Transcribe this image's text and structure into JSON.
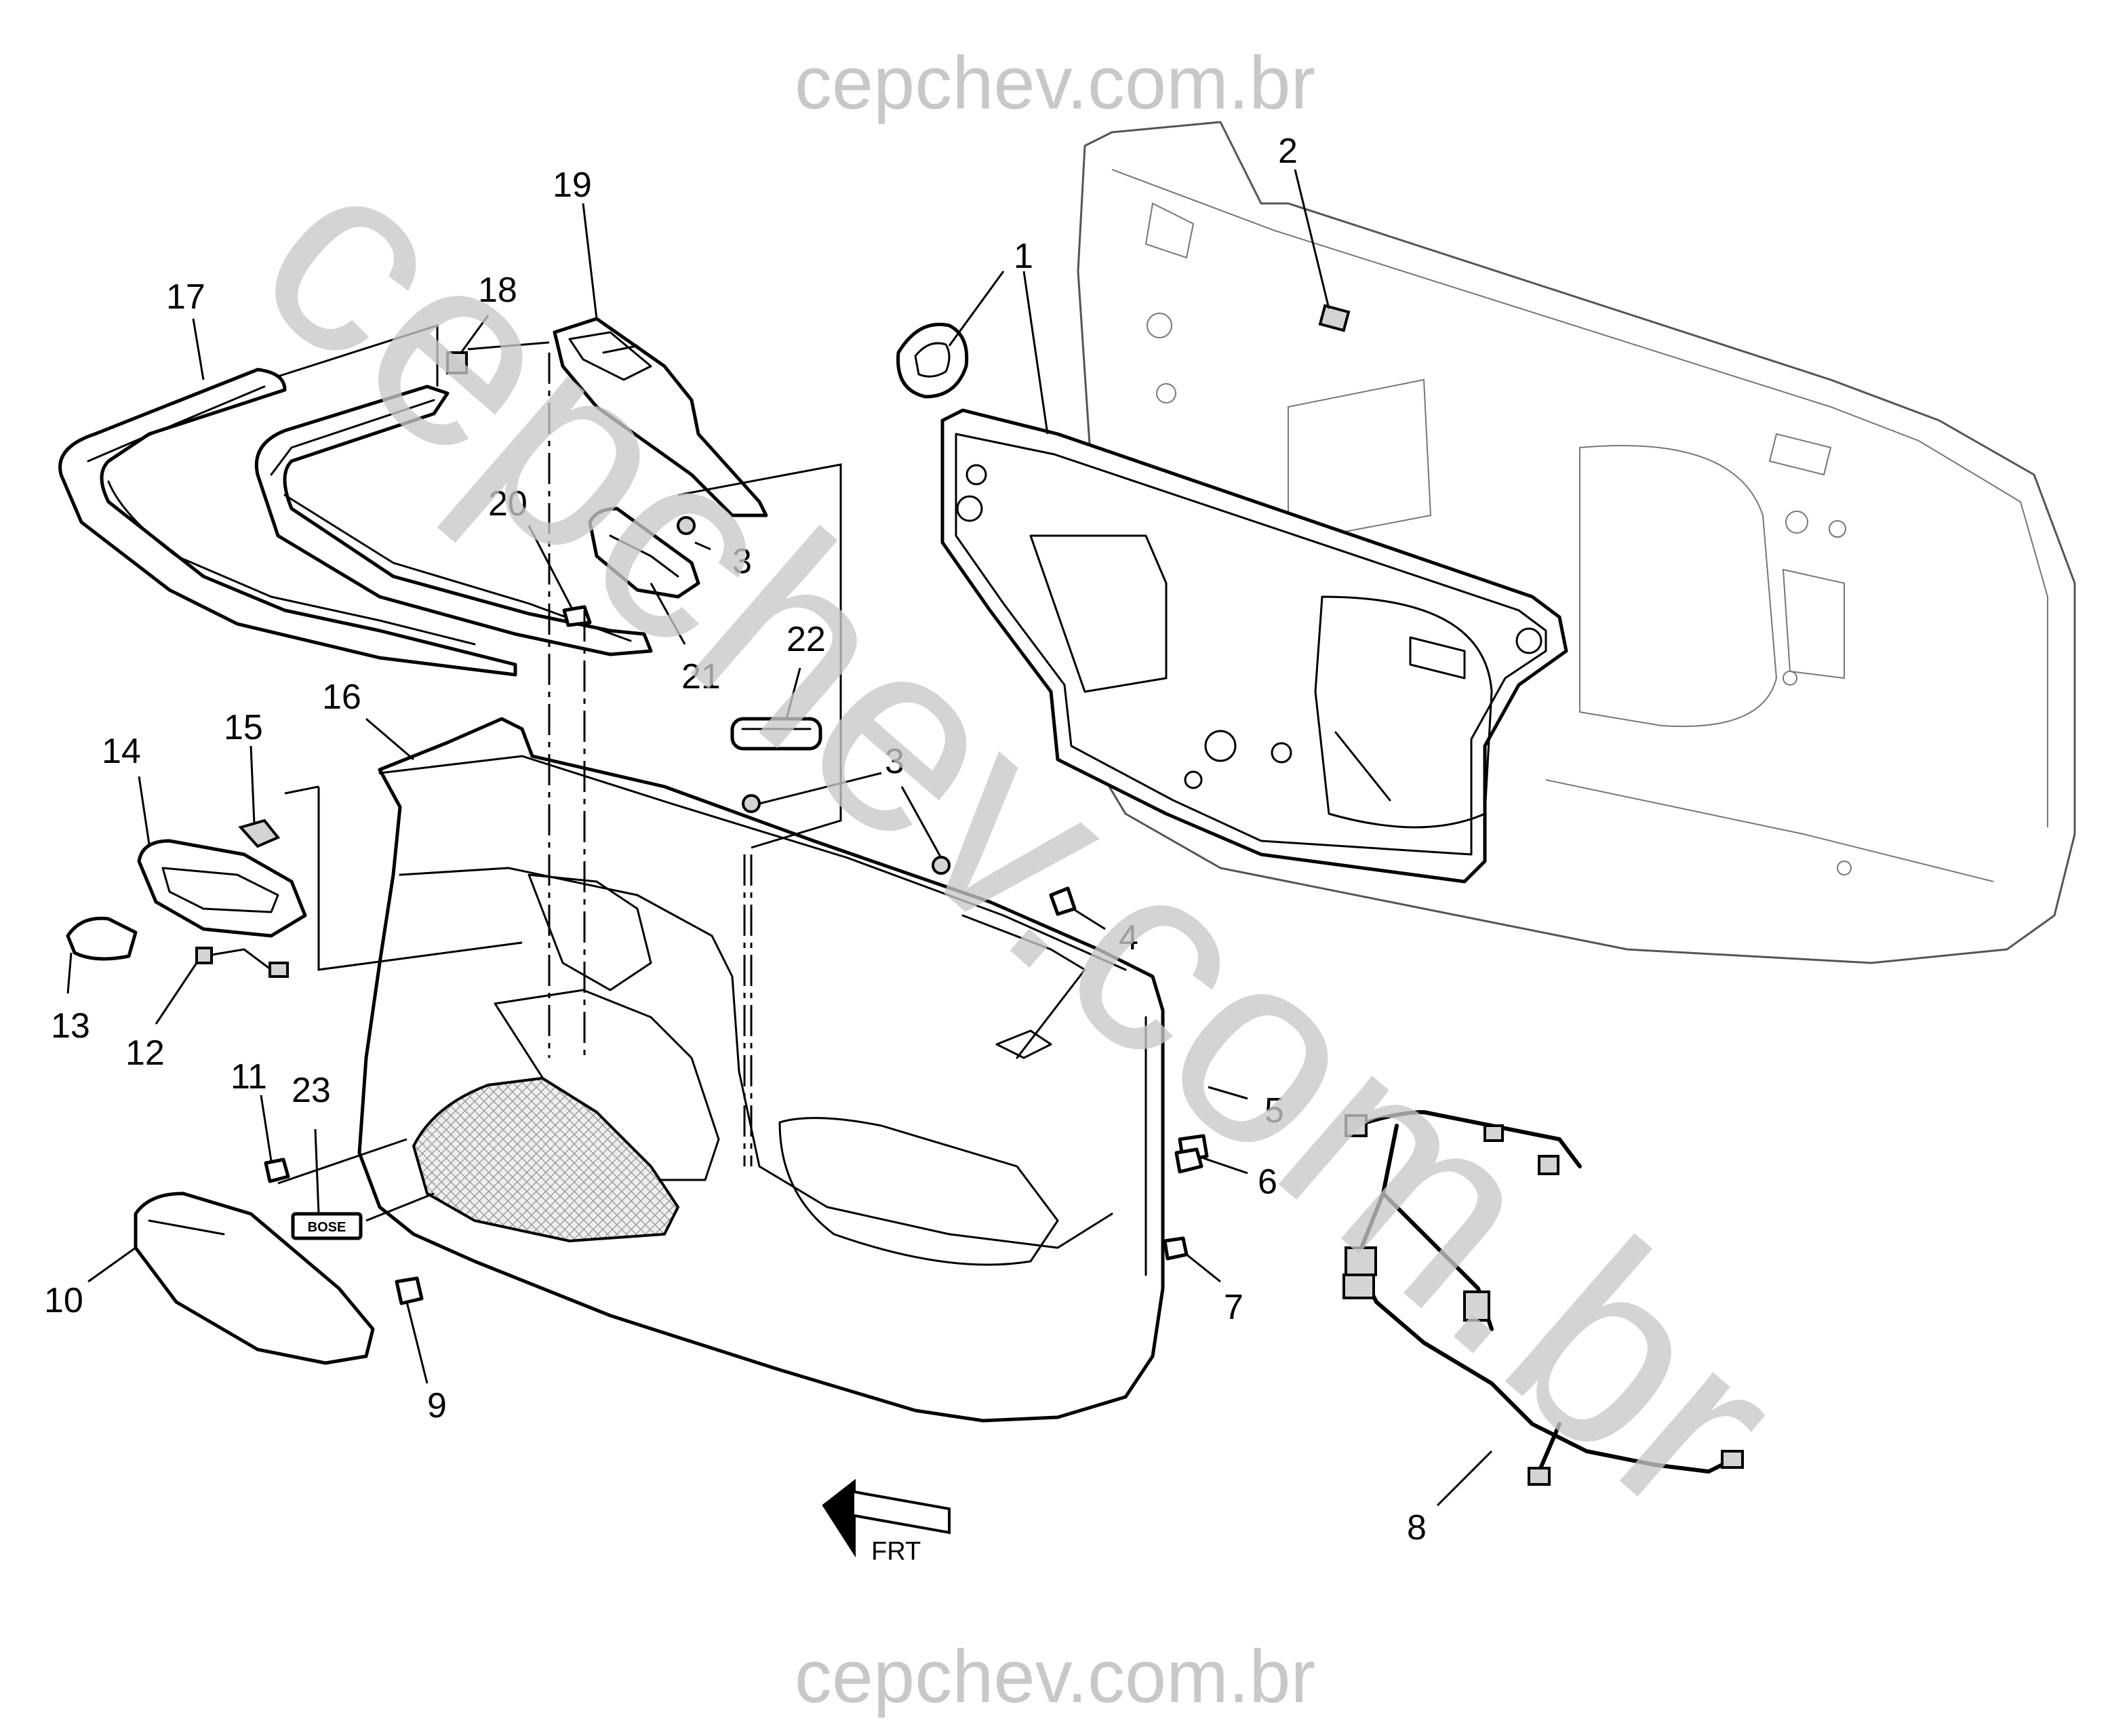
{
  "watermarks": {
    "top": "cepchev.com.br",
    "bottom": "cepchev.com.br",
    "diagonal": "cepchev.com.br"
  },
  "callouts": [
    "1",
    "2",
    "3",
    "3",
    "3",
    "4",
    "5",
    "6",
    "7",
    "8",
    "9",
    "10",
    "11",
    "12",
    "13",
    "14",
    "15",
    "16",
    "17",
    "18",
    "19",
    "20",
    "21",
    "22",
    "23"
  ],
  "labels": {
    "c1": "1",
    "c2": "2",
    "c3a": "3",
    "c3b": "3",
    "c3c": "3",
    "c4": "4",
    "c5": "5",
    "c6": "6",
    "c7": "7",
    "c8": "8",
    "c9": "9",
    "c10": "10",
    "c11": "11",
    "c12": "12",
    "c13": "13",
    "c14": "14",
    "c15": "15",
    "c16": "16",
    "c17": "17",
    "c18": "18",
    "c19": "19",
    "c20": "20",
    "c21": "21",
    "c22": "22",
    "c23": "23"
  },
  "badge_text": "BOSE",
  "front_arrow_text": "FRT"
}
